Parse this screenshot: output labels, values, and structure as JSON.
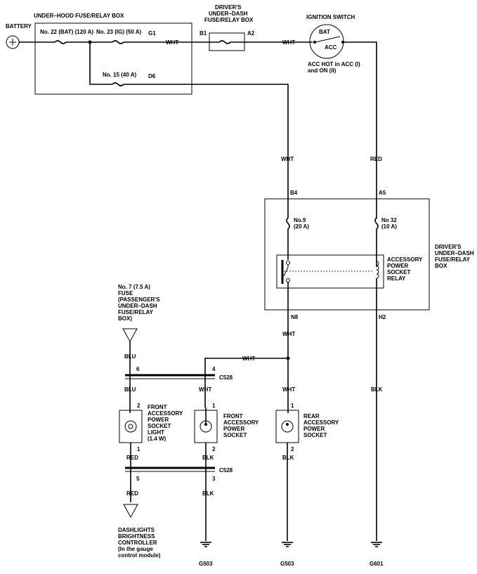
{
  "battery": {
    "label": "BATTERY"
  },
  "underhood": {
    "title": "UNDER–HOOD FUSE/RELAY BOX",
    "fuse22": "No. 22 (BAT) (120 A)",
    "fuse23": "No. 23 (IG) (50 A)",
    "fuse15": "No. 15 (40 A)",
    "g1": "G1",
    "d6": "D6"
  },
  "driver_box_top": {
    "title_l1": "DRIVER'S",
    "title_l2": "UNDER–DASH",
    "title_l3": "FUSE/RELAY BOX",
    "b1": "B1",
    "a2": "A2"
  },
  "ignition": {
    "title": "IGNITION SWITCH",
    "bat": "BAT",
    "acc": "ACC",
    "note_l1": "ACC HOT in ACC (I)",
    "note_l2": "and ON (II)"
  },
  "wires": {
    "wht": "WHT",
    "red": "RED",
    "blu": "BLU",
    "blk": "BLK"
  },
  "driver_box_main": {
    "b4": "B4",
    "a5": "A5",
    "fuse9_l1": "No.9",
    "fuse9_l2": "(20 A)",
    "fuse32_l1": "No 32",
    "fuse32_l2": "(10 A)",
    "relay_l1": "ACCESSORY",
    "relay_l2": "POWER",
    "relay_l3": "SOCKET",
    "relay_l4": "RELAY",
    "n8": "N8",
    "h2": "H2",
    "label_l1": "DRIVER'S",
    "label_l2": "UNDER–DASH",
    "label_l3": "FUSE/RELAY",
    "label_l4": "BOX"
  },
  "fuse7": {
    "l1": "No. 7 (7.5 A)",
    "l2": "FUSE",
    "l3": "(PASSENGER'S",
    "l4": "UNDER–DASH",
    "l5": "FUSE/RELAY",
    "l6": "BOX)"
  },
  "connectors": {
    "c528": "C528",
    "pin6": "6",
    "pin4": "4",
    "pin5": "5",
    "pin3": "3",
    "pin1": "1",
    "pin2": "2"
  },
  "components": {
    "light_l1": "FRONT",
    "light_l2": "ACCESSORY",
    "light_l3": "POWER",
    "light_l4": "SOCKET",
    "light_l5": "LIGHT",
    "light_l6": "(1.4 W)",
    "front_l1": "FRONT",
    "front_l2": "ACCESSORY",
    "front_l3": "POWER",
    "front_l4": "SOCKET",
    "rear_l1": "REAR",
    "rear_l2": "ACCESSORY",
    "rear_l3": "POWER",
    "rear_l4": "SOCKET"
  },
  "dimmer": {
    "l1": "DASHLIGHTS",
    "l2": "BRIGHTNESS",
    "l3": "CONTROLLER",
    "l4": "(In the gauge",
    "l5": "control module)"
  },
  "grounds": {
    "g503a": "G503",
    "g503b": "G503",
    "g601": "G601"
  }
}
